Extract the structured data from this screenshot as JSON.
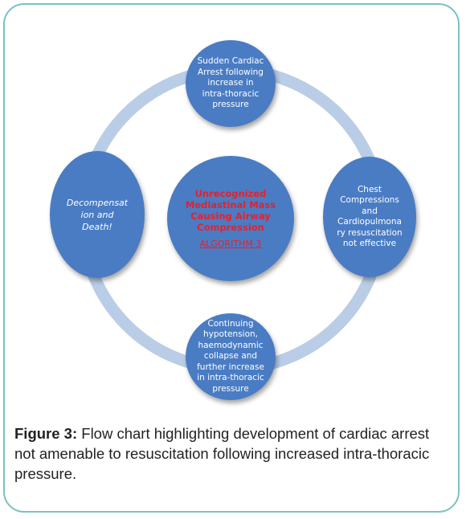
{
  "diagram": {
    "nodes": {
      "top": "Sudden Cardiac\nArrest following\nincrease in\nintra-thoracic\npressure",
      "right": "Chest\nCompressions\nand\nCardiopulmona\nry resuscitation\nnot effective",
      "bottom": "Continuing\nhypotension,\nhaemodynamic\ncollapse and\nfurther increase\nin intra-thoracic\npressure",
      "left": "Decompensat\nion and\nDeath!",
      "center_title": "Unrecognized\nMediastinal Mass\nCausing Airway\nCompression",
      "center_link": "ALGORITHM 3"
    },
    "colors": {
      "node_fill": "#4a7cc4",
      "ring": "#b9cde6",
      "frame_border": "#7cc1bf",
      "center_text": "#e8202a"
    }
  },
  "caption": {
    "label": "Figure 3:",
    "text": " Flow chart highlighting development of cardiac arrest not amenable to resuscitation following increased intra-thoracic pressure."
  }
}
